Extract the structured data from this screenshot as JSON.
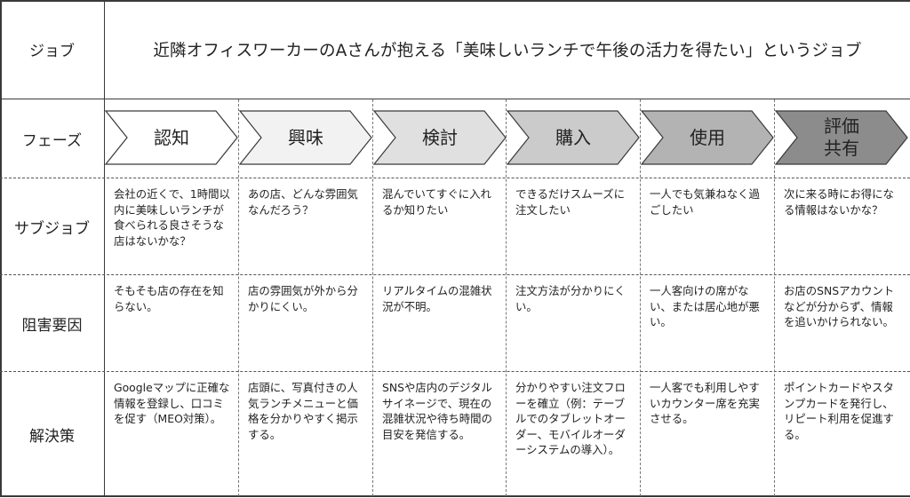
{
  "rows": {
    "job_label": "ジョブ",
    "phase_label": "フェーズ",
    "subjob_label": "サブジョブ",
    "obstacle_label": "阻害要因",
    "solution_label": "解決策"
  },
  "job_statement": "近隣オフィスワーカーのAさんが抱える「美味しいランチで午後の活力を得たい」というジョブ",
  "phases": [
    {
      "name": "認知",
      "fill": "#ffffff",
      "subjob": "会社の近くで、1時間以内に美味しいランチが食べられる良さそうな店はないかな？",
      "obstacle": "そもそも店の存在を知らない。",
      "solution": "Googleマップに正確な情報を登録し、口コミを促す（MEO対策）。"
    },
    {
      "name": "興味",
      "fill": "#f2f2f2",
      "subjob": "あの店、どんな雰囲気なんだろう？",
      "obstacle": "店の雰囲気が外から分かりにくい。",
      "solution": "店頭に、写真付きの人気ランチメニューと価格を分かりやすく掲示する。"
    },
    {
      "name": "検討",
      "fill": "#e0e0e0",
      "subjob": "混んでいてすぐに入れるか知りたい",
      "obstacle": "リアルタイムの混雑状況が不明。",
      "solution": "SNSや店内のデジタルサイネージで、現在の混雑状況や待ち時間の目安を発信する。"
    },
    {
      "name": "購入",
      "fill": "#cbcbcb",
      "subjob": "できるだけスムーズに注文したい",
      "obstacle": "注文方法が分かりにくい。",
      "solution": "分かりやすい注文フローを確立（例：テーブルでのタブレットオーダー、モバイルオーダーシステムの導入）。"
    },
    {
      "name": "使用",
      "fill": "#b3b3b3",
      "subjob": "一人でも気兼ねなく過ごしたい",
      "obstacle": "一人客向けの席がない、または居心地が悪い。",
      "solution": "一人客でも利用しやすいカウンター席を充実させる。"
    },
    {
      "name": "評価\n共有",
      "fill": "#8c8c8c",
      "subjob": "次に来る時にお得になる情報はないかな？",
      "obstacle": "お店のSNSアカウントなどが分からず、情報を追いかけられない。",
      "solution": "ポイントカードやスタンプカードを発行し、リピート利用を促進する。"
    }
  ]
}
